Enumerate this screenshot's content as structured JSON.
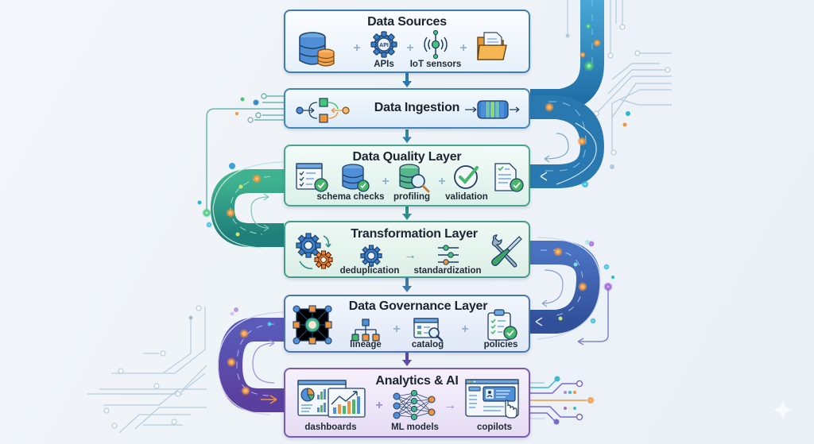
{
  "diagram": {
    "title": "Data pipeline layers",
    "stages": [
      {
        "id": "data-sources",
        "title": "Data Sources",
        "items": [
          {
            "icon": "database-icon",
            "label": ""
          },
          {
            "icon": "api-gear-icon",
            "label": "APIs"
          },
          {
            "icon": "iot-sensor-icon",
            "label": "IoT sensors"
          },
          {
            "icon": "folder-icon",
            "label": ""
          }
        ],
        "separators": [
          "+",
          "+",
          "+"
        ]
      },
      {
        "id": "data-ingestion",
        "title": "Data Ingestion",
        "items": [
          {
            "icon": "branching-flow-icon",
            "label": ""
          },
          {
            "icon": "queue-stream-icon",
            "label": ""
          }
        ]
      },
      {
        "id": "data-quality",
        "title": "Data Quality Layer",
        "items": [
          {
            "icon": "checklist-window-icon",
            "label": ""
          },
          {
            "icon": "database-check-icon",
            "label": "schema checks"
          },
          {
            "icon": "database-magnifier-icon",
            "label": "profiling"
          },
          {
            "icon": "check-circle-icon",
            "label": "validation"
          },
          {
            "icon": "document-check-icon",
            "label": ""
          }
        ],
        "separators": [
          "+",
          "+"
        ]
      },
      {
        "id": "transformation",
        "title": "Transformation Layer",
        "items": [
          {
            "icon": "gears-cycle-icon",
            "label": ""
          },
          {
            "icon": "gear-icon",
            "label": "deduplication"
          },
          {
            "icon": "sliders-icon",
            "label": "standardization"
          },
          {
            "icon": "wrench-screwdriver-icon",
            "label": ""
          }
        ],
        "separators": [
          "→"
        ]
      },
      {
        "id": "governance",
        "title": "Data Governance Layer",
        "items": [
          {
            "icon": "network-graph-icon",
            "label": ""
          },
          {
            "icon": "lineage-tree-icon",
            "label": "lineage"
          },
          {
            "icon": "catalog-search-icon",
            "label": "catalog"
          },
          {
            "icon": "clipboard-check-icon",
            "label": "policies"
          }
        ],
        "separators": [
          "+",
          "+"
        ]
      },
      {
        "id": "analytics-ai",
        "title": "Analytics & AI",
        "items": [
          {
            "icon": "dashboard-charts-icon",
            "label": "dashboards"
          },
          {
            "icon": "neural-network-icon",
            "label": "ML models"
          },
          {
            "icon": "copilot-window-icon",
            "label": "copilots"
          }
        ],
        "separators": [
          "+",
          "→"
        ]
      }
    ],
    "colors": {
      "sources": "#3f7fb0",
      "ingestion": "#3f86bd",
      "quality": "#4aa58f",
      "transformation": "#4a9a8a",
      "governance": "#4f74b4",
      "analytics": "#7a5bb5",
      "pipe_blue": "#2f7fb8",
      "pipe_green": "#2f9a86",
      "pipe_indigo": "#3f5ea8",
      "pipe_purple": "#5a4aa6",
      "accent_orange": "#f0953c",
      "accent_green": "#45c47a"
    }
  }
}
